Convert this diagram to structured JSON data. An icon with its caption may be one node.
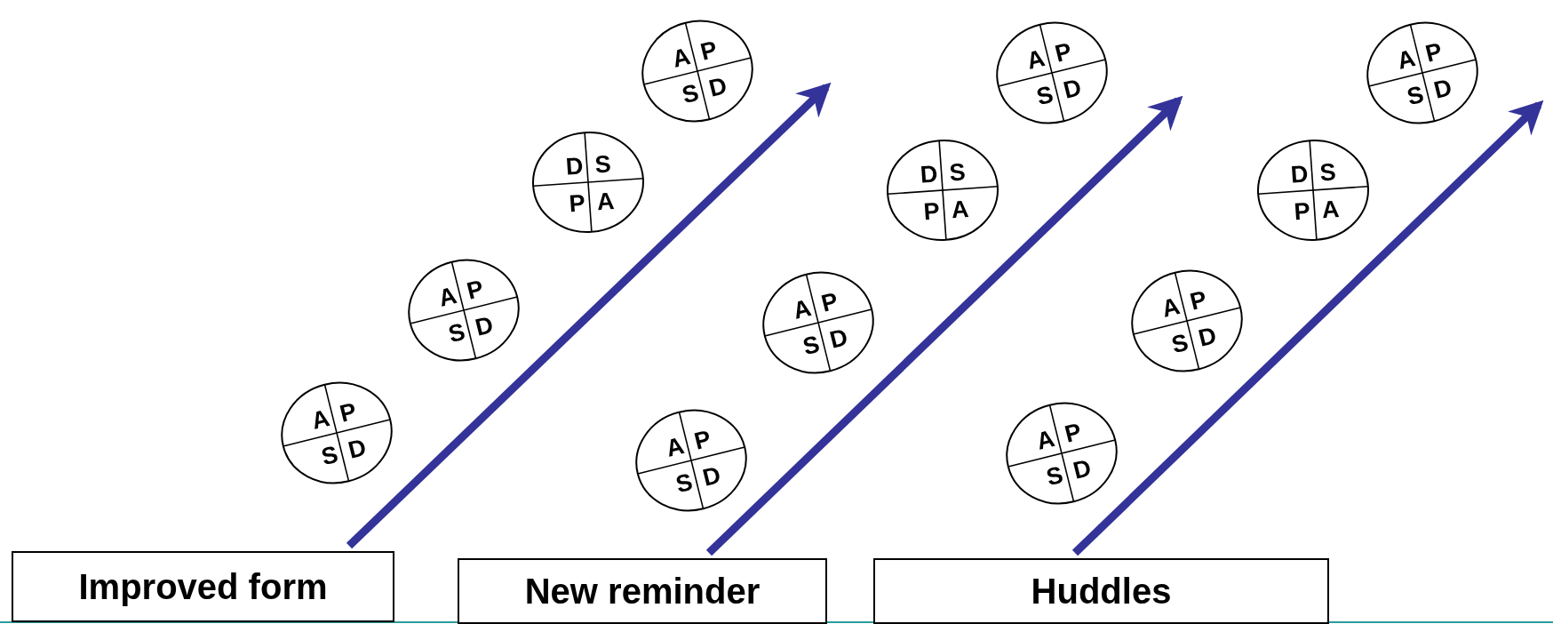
{
  "diagram": {
    "nodes": [
      {
        "text": [
          "Improved form"
        ]
      },
      {
        "text": [
          "New reminder"
        ]
      },
      {
        "text": [
          "Huddles"
        ]
      },
      {
        "text": [
          "A",
          "P",
          "S",
          "D"
        ]
      },
      {
        "text": [
          "A",
          "P",
          "S",
          "D"
        ]
      },
      {
        "text": [
          "D",
          "S",
          "P",
          "A"
        ]
      },
      {
        "text": [
          "A",
          "P",
          "S",
          "D"
        ]
      },
      {
        "text": [
          "A",
          "P",
          "S",
          "D"
        ]
      },
      {
        "text": [
          "A",
          "P",
          "S",
          "D"
        ]
      },
      {
        "text": [
          "D",
          "S",
          "P",
          "A"
        ]
      },
      {
        "text": [
          "A",
          "P",
          "S",
          "D"
        ]
      },
      {
        "text": [
          "A",
          "P",
          "S",
          "D"
        ]
      },
      {
        "text": [
          "A",
          "P",
          "S",
          "D"
        ]
      },
      {
        "text": [
          "D",
          "S",
          "P",
          "A"
        ]
      },
      {
        "text": [
          "A",
          "P",
          "S",
          "D"
        ]
      }
    ],
    "edges": [
      {
        "from": 0,
        "to": null,
        "arrow": "to"
      },
      {
        "from": 1,
        "to": null,
        "arrow": "to"
      },
      {
        "from": 2,
        "to": null,
        "arrow": "to"
      }
    ]
  }
}
